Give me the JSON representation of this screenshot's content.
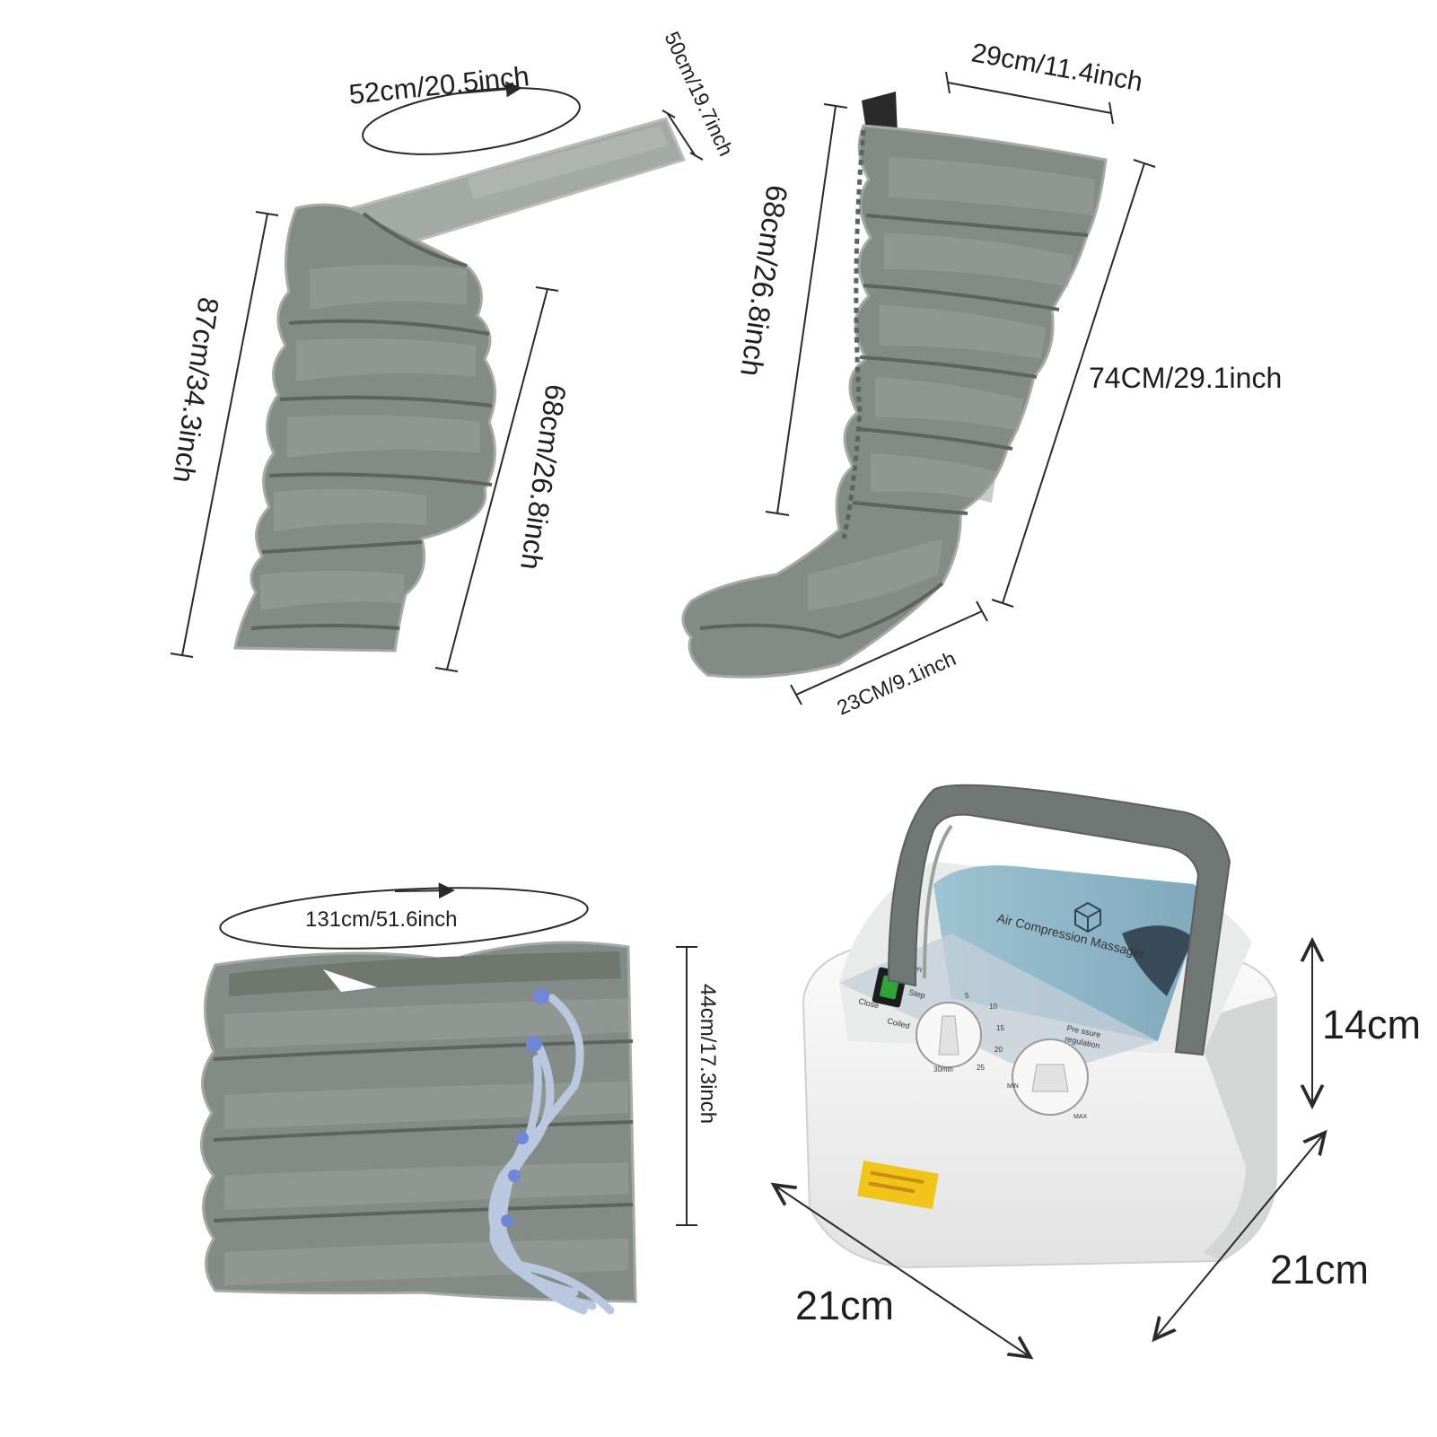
{
  "dimensions": {
    "leg_cuff_circumference": "52cm/20.5inch",
    "strap_length": "50cm/19.7inch",
    "leg_cuff_total_length": "87cm/34.3inch",
    "leg_cuff_chamber_length": "68cm/26.8inch",
    "boot_top_width": "29cm/11.4inch",
    "boot_inner_length": "68cm/26.8inch",
    "boot_total_length": "74CM/29.1inch",
    "boot_foot_width": "23CM/9.1inch",
    "waist_cuff_circumference": "131cm/51.6inch",
    "waist_cuff_height": "44cm/17.3inch",
    "unit_height": "14cm",
    "unit_depth": "21cm",
    "unit_width": "21cm"
  },
  "device_panel": {
    "brand_text": "Air Compression Massager",
    "switch_open": "Open",
    "switch_close": "Close",
    "dial_step": "Step",
    "dial_coiled": "Coiled",
    "dial_marks": [
      "5",
      "10",
      "15",
      "20",
      "25",
      "30min"
    ],
    "pressure_label_1": "Pre ssure",
    "pressure_label_2": "regulation",
    "pressure_min": "MIN",
    "pressure_max": "MAX"
  },
  "colors": {
    "cuff_gray": "#838b86",
    "panel_blue": "#8fb6c6",
    "unit_white": "#f1f1f1",
    "handle_gray": "#707774",
    "hose_blue": "#b9c7df"
  }
}
